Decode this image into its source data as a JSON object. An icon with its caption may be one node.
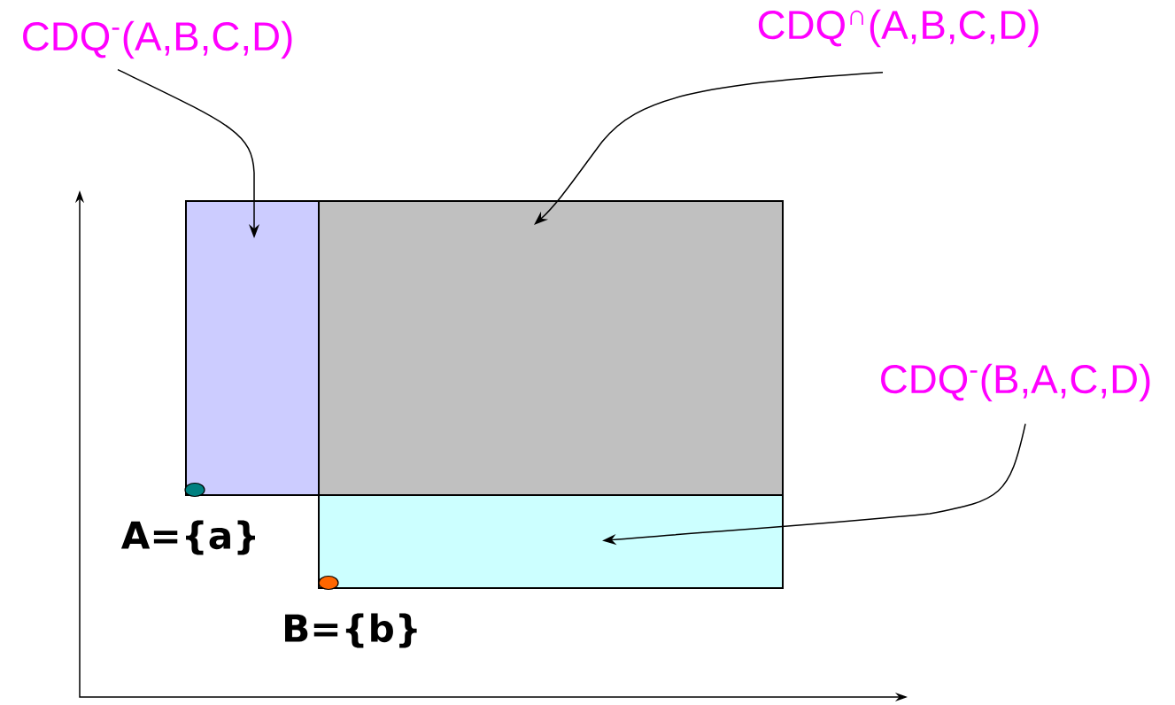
{
  "diagram": {
    "nodes": [
      {
        "text": [
          "CDQ$^{-}$(A,B,C,D)"
        ]
      },
      {
        "text": [
          "CDQ$^{∩}$(A,B,C,D)"
        ]
      },
      {
        "text": [
          "CDQ$^{-}$(B,A,C,D)"
        ]
      },
      {
        "text": [],
        "shape": "box"
      },
      {
        "text": [],
        "shape": "box"
      },
      {
        "text": [],
        "shape": "box"
      },
      {
        "text": [],
        "shape": "circle",
        "in": 3
      },
      {
        "text": [],
        "shape": "circle",
        "in": 5
      }
    ],
    "edges": [
      {
        "from": 0,
        "to": 3,
        "arrow": "to"
      },
      {
        "from": 1,
        "to": 4,
        "arrow": "to"
      },
      {
        "from": 2,
        "to": 5,
        "arrow": "to"
      }
    ],
    "labels": [
      "A={a}",
      "B={b}"
    ]
  }
}
